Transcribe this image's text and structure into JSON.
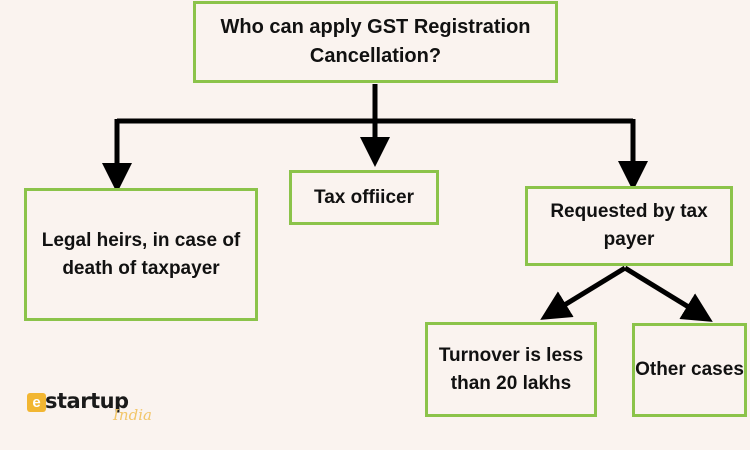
{
  "diagram": {
    "root": "Who can apply GST Registration Cancellation?",
    "children": [
      "Legal heirs, in case of death of taxpayer",
      "Tax offiicer",
      "Requested by tax payer"
    ],
    "subchildren": [
      "Turnover is less than 20 lakhs",
      "Other cases"
    ]
  },
  "logo": {
    "icon_letter": "e",
    "word": "startup",
    "script": "India"
  },
  "colors": {
    "background": "#faf3ef",
    "box_border": "#8bc34a",
    "arrow": "#000000",
    "logo_accent": "#f2b632"
  }
}
